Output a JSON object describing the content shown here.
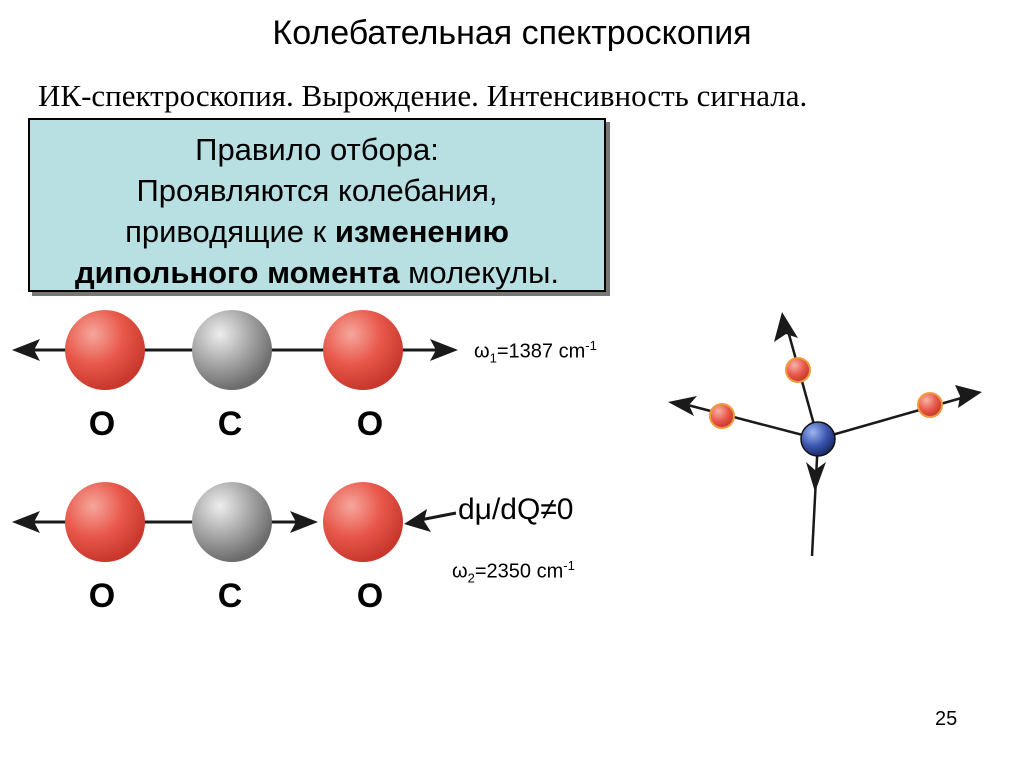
{
  "title": "Колебательная спектроскопия",
  "subtitle": "ИК-спектроскопия. Вырождение. Интенсивность сигнала.",
  "rule": {
    "line1": "Правило отбора:",
    "line2": "Проявляются колебания,",
    "line3_prefix": "приводящие к ",
    "line3_bold": "изменению",
    "line4_bold": "дипольного момента",
    "line4_suffix": " молекулы."
  },
  "mode1": {
    "atoms": [
      "O",
      "C",
      "O"
    ],
    "omega": "ω",
    "sub": "1",
    "value": "=1387 cm",
    "sup": "-1"
  },
  "mode2": {
    "atoms": [
      "O",
      "C",
      "O"
    ],
    "omega": "ω",
    "sub": "2",
    "value": "=2350 cm",
    "sup": "-1"
  },
  "condition": "dμ/dQ≠0",
  "page_number": "25",
  "colors": {
    "oxygen": "#e8574a",
    "carbon": "#9a9a9a",
    "center_atom": "#3a55b0",
    "box_fill": "#b8dfe2"
  }
}
